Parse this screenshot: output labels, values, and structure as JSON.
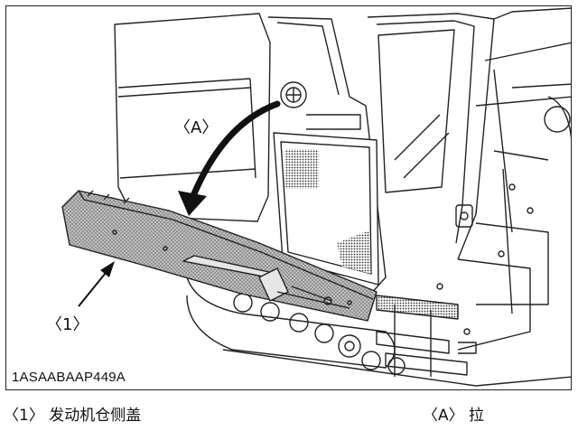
{
  "figure": {
    "callout_part": "〈1〉",
    "callout_action": "〈A〉",
    "figure_id": "1ASAABAAP449A"
  },
  "captions": {
    "part": "〈1〉 发动机仓侧盖",
    "action": "〈A〉 拉"
  }
}
